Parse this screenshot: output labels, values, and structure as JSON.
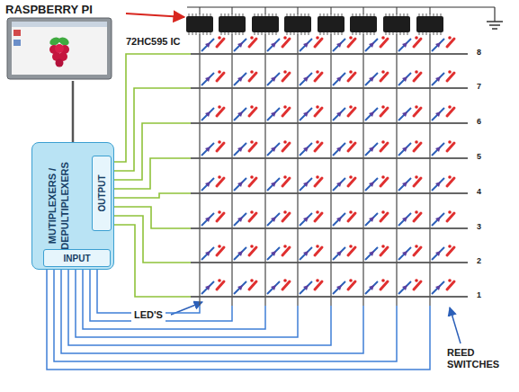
{
  "diagram": {
    "nodes": [
      {
        "text": [
          "RASPBERRY PI"
        ]
      },
      {
        "text": [
          "MUTIPLEXERS / DEPULTIPLEXERS"
        ]
      },
      {
        "text": [
          "OUTPUT"
        ],
        "in": 1
      },
      {
        "text": [
          "INPUT"
        ],
        "in": 1
      }
    ],
    "edges": [
      {
        "from": 0,
        "to": 1,
        "arrow": "none"
      }
    ],
    "labels": [
      "72HC595 IC",
      "8",
      "7",
      "6",
      "5",
      "4",
      "3",
      "2",
      "1",
      "LED'S",
      "REED SWITCHES"
    ]
  }
}
